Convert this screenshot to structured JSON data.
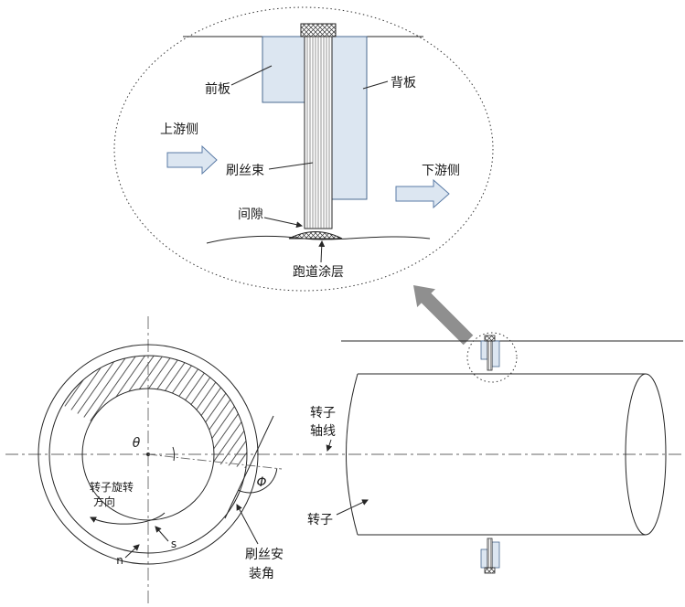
{
  "detail_view": {
    "front_plate_label": "前板",
    "back_plate_label": "背板",
    "upstream_label": "上游侧",
    "bristle_bundle_label": "刷丝束",
    "downstream_label": "下游侧",
    "clearance_label": "间隙",
    "coating_label": "跑道涂层"
  },
  "front_view": {
    "theta_label": "θ",
    "rotation_label_line1": "转子旋转",
    "rotation_label_line2": "方向",
    "phi_label": "Φ",
    "s_label": "s",
    "n_label": "n",
    "install_angle_line1": "刷丝安",
    "install_angle_line2": "装角"
  },
  "side_view": {
    "rotor_axis_line1": "转子",
    "rotor_axis_line2": "轴线",
    "rotor_label": "转子"
  },
  "colors": {
    "plate_fill": "#dce6f1",
    "arrow_fill": "#dce6f1",
    "arrow_stroke": "#5a7ba6",
    "gray_arrow": "#8f8f8f",
    "line": "#262626"
  }
}
